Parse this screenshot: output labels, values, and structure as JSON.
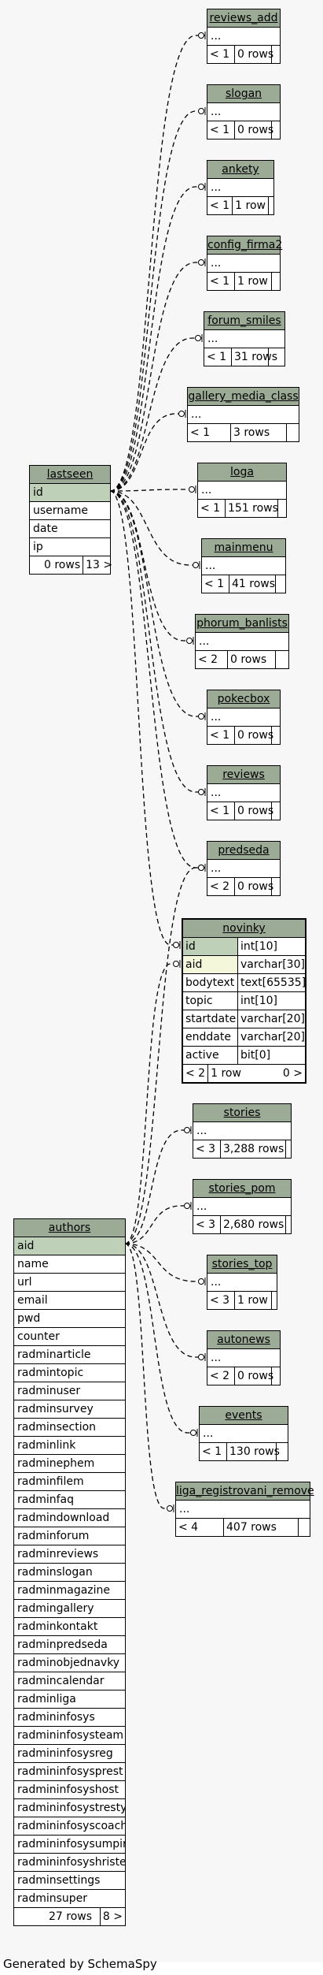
{
  "footer": "Generated by SchemaSpy",
  "lastseen": {
    "name": "lastseen",
    "columns": [
      "id",
      "username",
      "date",
      "ip"
    ],
    "rows": "0 rows",
    "children": "13 >"
  },
  "authors": {
    "name": "authors",
    "columns": [
      "aid",
      "name",
      "url",
      "email",
      "pwd",
      "counter",
      "radminarticle",
      "radmintopic",
      "radminuser",
      "radminsurvey",
      "radminsection",
      "radminlink",
      "radminephem",
      "radminfilem",
      "radminfaq",
      "radmindownload",
      "radminforum",
      "radminreviews",
      "radminslogan",
      "radminmagazine",
      "radmingallery",
      "radminkontakt",
      "radminpredseda",
      "radminobjednavky",
      "radmincalendar",
      "radminliga",
      "radmininfosys",
      "radmininfosysteam",
      "radmininfosysreg",
      "radmininfosysprest",
      "radmininfosyshost",
      "radmininfosystresty",
      "radmininfosyscoach",
      "radmininfosysumpire",
      "radmininfosyshriste",
      "radminsettings",
      "radminsuper"
    ],
    "rows": "27 rows",
    "children": "8 >"
  },
  "novinky": {
    "name": "novinky",
    "columns": [
      {
        "name": "id",
        "type": "int[10]"
      },
      {
        "name": "aid",
        "type": "varchar[30]"
      },
      {
        "name": "bodytext",
        "type": "text[65535]"
      },
      {
        "name": "topic",
        "type": "int[10]"
      },
      {
        "name": "startdate",
        "type": "varchar[20]"
      },
      {
        "name": "enddate",
        "type": "varchar[20]"
      },
      {
        "name": "active",
        "type": "bit[0]"
      }
    ],
    "parents": "< 2",
    "rows": "1 row",
    "children": "0 >"
  },
  "child_tables": [
    {
      "name": "reviews_add",
      "ellipsis": "...",
      "parents": "< 1",
      "rows": "0 rows"
    },
    {
      "name": "slogan",
      "ellipsis": "...",
      "parents": "< 1",
      "rows": "0 rows"
    },
    {
      "name": "ankety",
      "ellipsis": "...",
      "parents": "< 1",
      "rows": "1 row"
    },
    {
      "name": "config_firma2",
      "ellipsis": "...",
      "parents": "< 1",
      "rows": "1 row"
    },
    {
      "name": "forum_smiles",
      "ellipsis": "...",
      "parents": "< 1",
      "rows": "31 rows"
    },
    {
      "name": "gallery_media_class",
      "ellipsis": "...",
      "parents": "< 1",
      "rows": "3 rows"
    },
    {
      "name": "loga",
      "ellipsis": "...",
      "parents": "< 1",
      "rows": "151 rows"
    },
    {
      "name": "mainmenu",
      "ellipsis": "...",
      "parents": "< 1",
      "rows": "41 rows"
    },
    {
      "name": "phorum_banlists",
      "ellipsis": "...",
      "parents": "< 2",
      "rows": "0 rows"
    },
    {
      "name": "pokecbox",
      "ellipsis": "...",
      "parents": "< 1",
      "rows": "0 rows"
    },
    {
      "name": "reviews",
      "ellipsis": "...",
      "parents": "< 1",
      "rows": "0 rows"
    },
    {
      "name": "predseda",
      "ellipsis": "...",
      "parents": "< 2",
      "rows": "0 rows"
    },
    {
      "name": "stories",
      "ellipsis": "...",
      "parents": "< 3",
      "rows": "3,288 rows"
    },
    {
      "name": "stories_pom",
      "ellipsis": "...",
      "parents": "< 3",
      "rows": "2,680 rows"
    },
    {
      "name": "stories_top",
      "ellipsis": "...",
      "parents": "< 3",
      "rows": "1 row"
    },
    {
      "name": "autonews",
      "ellipsis": "...",
      "parents": "< 2",
      "rows": "0 rows"
    },
    {
      "name": "events",
      "ellipsis": "...",
      "parents": "< 1",
      "rows": "130 rows"
    },
    {
      "name": "liga_registrovani_remove",
      "ellipsis": "...",
      "parents": "< 4",
      "rows": "407 rows"
    }
  ]
}
